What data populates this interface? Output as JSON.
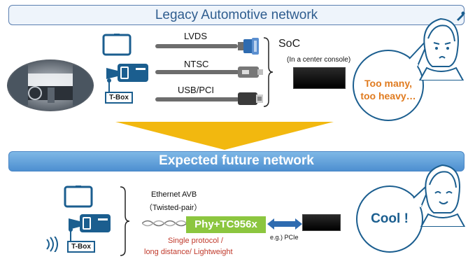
{
  "legacy": {
    "title": "Legacy Automotive network",
    "cables": [
      "LVDS",
      "NTSC",
      "USB/PCI"
    ],
    "soc_label": "SoC",
    "soc_note": "(In a center console)",
    "tbox_label": "T-Box",
    "bubble": [
      "Too many,",
      "too heavy…"
    ]
  },
  "future": {
    "title": "Expected future network",
    "ethernet_line1": "Ethernet AVB",
    "ethernet_line2": "（Twisted-pair）",
    "chip_label": "Phy+TC956x",
    "pcie_label": "e.g.) PCIe",
    "benefit_line1": "Single protocol /",
    "benefit_line2": "long distance/ Lightweight",
    "tbox_label": "T-Box",
    "bubble": "Cool !"
  },
  "colors": {
    "accent_blue": "#1b5e8f",
    "banner_blue": "#4d8fd0",
    "arrow_yellow": "#f2b80f",
    "chip_green": "#8cc63f",
    "bubble_orange": "#e07b1f",
    "benefit_red": "#c0392b"
  }
}
